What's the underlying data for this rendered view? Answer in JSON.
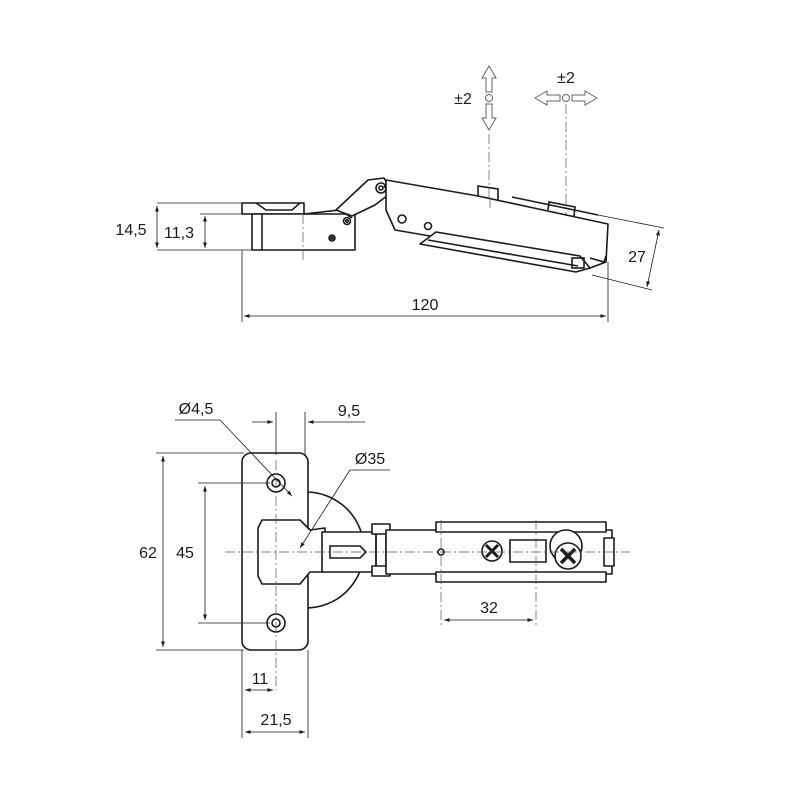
{
  "side_view": {
    "adjust_vertical": "±2",
    "adjust_horizontal": "±2",
    "dim_height_total": "14,5",
    "dim_height_plate": "11,3",
    "dim_length": "120",
    "dim_angle_height": "27"
  },
  "front_view": {
    "dim_hole": "Ø4,5",
    "dim_offset": "9,5",
    "dim_cup": "Ø35",
    "dim_plate_length": "62",
    "dim_hole_spacing": "45",
    "dim_arm_spacing": "32",
    "dim_hole_to_edge": "11",
    "dim_plate_width": "21,5"
  }
}
